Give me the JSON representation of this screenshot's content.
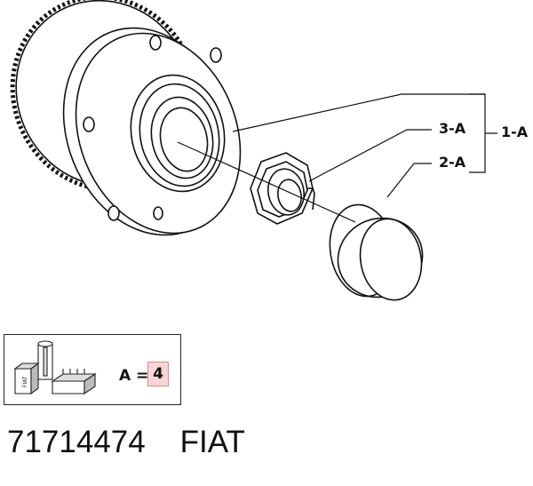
{
  "callouts": {
    "assembly": "1-A",
    "cap": "2-A",
    "nut": "3-A"
  },
  "quantity": {
    "label": "A =",
    "value": "4",
    "icon_text": "FIAT"
  },
  "footer": {
    "part_number": "71714474",
    "brand": "FIAT"
  }
}
